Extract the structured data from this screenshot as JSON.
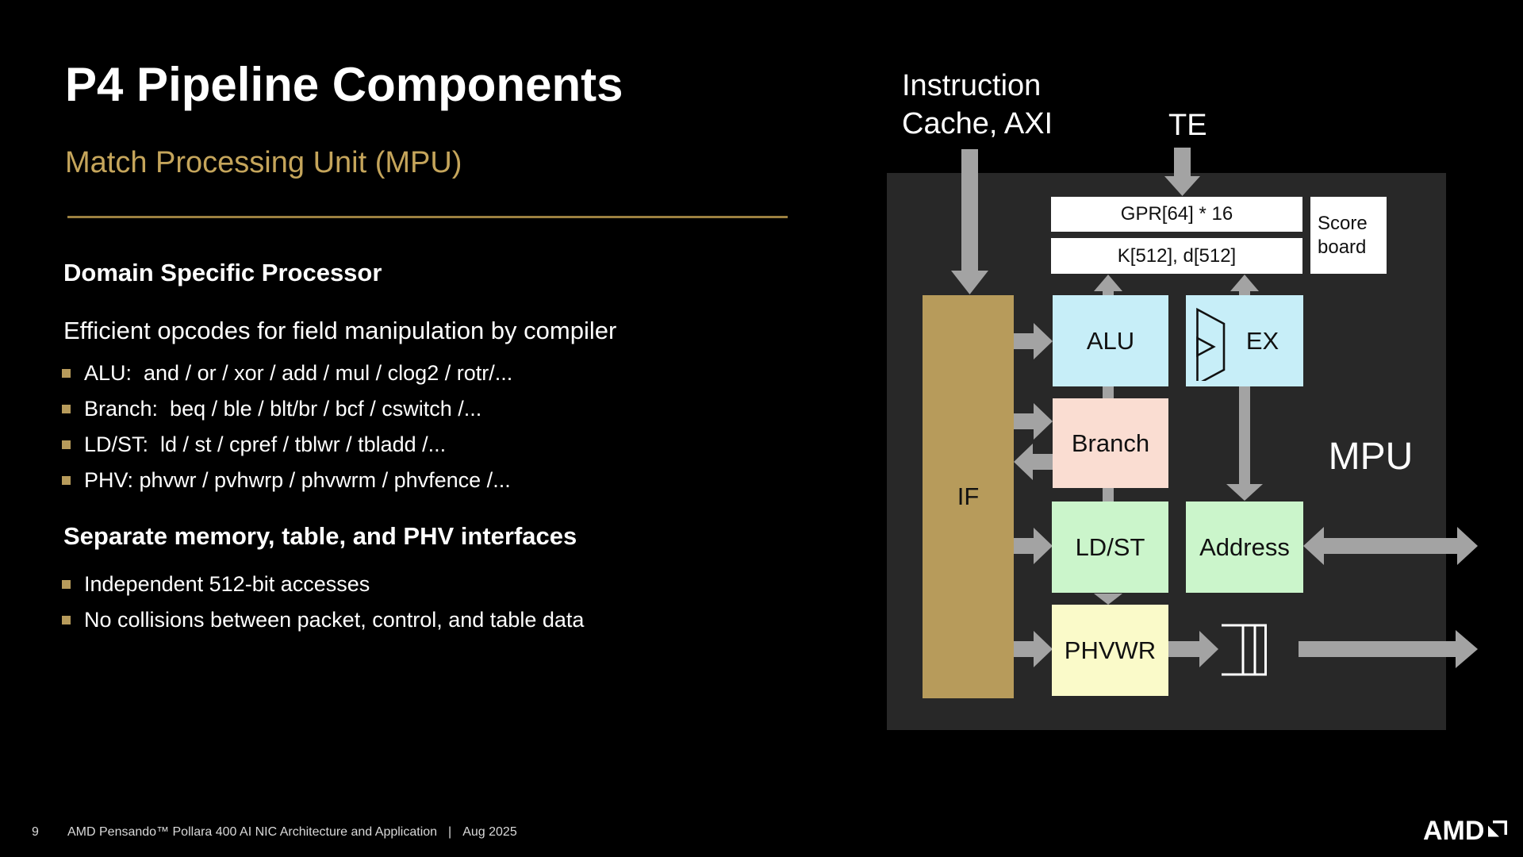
{
  "colors": {
    "accent_gold": "#C5A55B",
    "divider_gold": "#9C8040",
    "bullet_gold": "#B79B5B",
    "panel_bg": "#282828",
    "if_gold": "#B79B5B",
    "cyan_box": "#C7EEF8",
    "pink_box": "#FADDD2",
    "green_box": "#CBF5CB",
    "yellow_box": "#FAFAC9",
    "arrow_gray": "#A3A3A3",
    "white_box": "#FFFFFF",
    "text_white": "#FFFFFF",
    "text_black": "#111111",
    "footer_gray": "#D9D9D9"
  },
  "slide": {
    "title": "P4 Pipeline Components",
    "subtitle": "Match Processing Unit (MPU)",
    "sections": [
      {
        "heading": "Domain Specific Processor",
        "lead": "Efficient opcodes for field manipulation by compiler",
        "bullets": [
          "ALU:  and / or / xor / add / mul / clog2 / rotr/...",
          "Branch:  beq / ble / blt/br / bcf / cswitch /...",
          "LD/ST:  ld / st / cpref / tblwr / tbladd /...",
          "PHV: phvwr / pvhwrp / phvwrm / phvfence /..."
        ]
      },
      {
        "heading": "Separate memory, table, and PHV interfaces",
        "bullets": [
          "Independent 512-bit accesses",
          "No collisions between packet, control, and table data"
        ]
      }
    ],
    "footer": {
      "page_number": "9",
      "title": "AMD Pensando™ Pollara 400 AI NIC Architecture and Application",
      "separator": "|",
      "date": "Aug 2025"
    },
    "logo_text": "AMD"
  },
  "diagram": {
    "external_labels": {
      "instruction_cache_line1": "Instruction",
      "instruction_cache_line2": "Cache, AXI",
      "te": "TE"
    },
    "mpu_label": "MPU",
    "boxes": {
      "gpr": "GPR[64] * 16",
      "kd": "K[512], d[512]",
      "scoreboard": "Score board",
      "if": "IF",
      "alu": "ALU",
      "ex": "EX",
      "branch": "Branch",
      "ldst": "LD/ST",
      "address": "Address",
      "phvwr": "PHVWR"
    },
    "icons": {
      "mux": "mux-selector-icon",
      "queue": "fifo-queue-icon",
      "amd_mark": "amd-arrow-icon"
    }
  }
}
